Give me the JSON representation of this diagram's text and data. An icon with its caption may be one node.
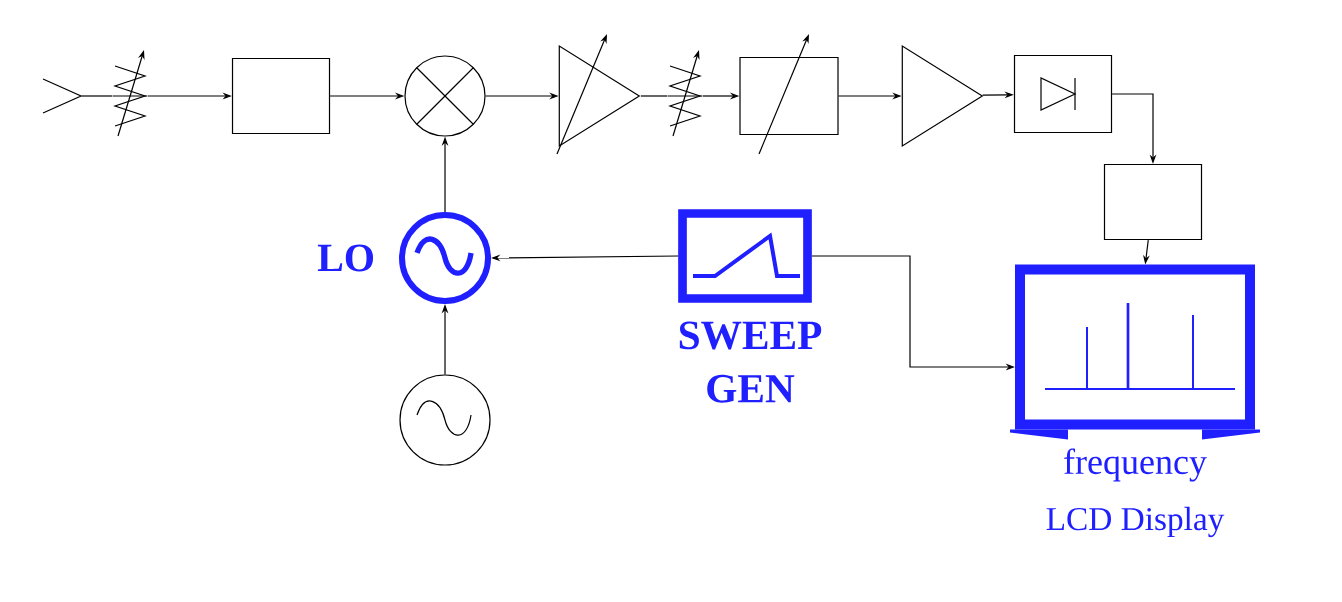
{
  "diagram": {
    "nodes": [
      {
        "text": [],
        "shape": "picture"
      },
      {
        "text": [],
        "shape": "picture"
      },
      {
        "text": [],
        "shape": "box"
      },
      {
        "text": [],
        "shape": "circle"
      },
      {
        "text": [],
        "shape": "triangle"
      },
      {
        "text": [],
        "shape": "picture"
      },
      {
        "text": [],
        "shape": "box"
      },
      {
        "text": [],
        "shape": "triangle"
      },
      {
        "text": [],
        "shape": "box"
      },
      {
        "text": [],
        "shape": "box"
      },
      {
        "text": [
          "frequency",
          "LCD Display"
        ]
      },
      {
        "text": [
          "LO"
        ]
      },
      {
        "text": [],
        "shape": "circle"
      },
      {
        "text": [
          "SWEEP GEN"
        ]
      }
    ],
    "edges": [
      {
        "from": 0,
        "to": 1,
        "arrow": "none"
      },
      {
        "from": 1,
        "to": 2,
        "arrow": "to"
      },
      {
        "from": 2,
        "to": 3,
        "arrow": "to"
      },
      {
        "from": 3,
        "to": 4,
        "arrow": "to"
      },
      {
        "from": 4,
        "to": 5,
        "arrow": "none"
      },
      {
        "from": 5,
        "to": 6,
        "arrow": "to"
      },
      {
        "from": 6,
        "to": 7,
        "arrow": "to"
      },
      {
        "from": 7,
        "to": 8,
        "arrow": "to"
      },
      {
        "from": 8,
        "to": 9,
        "arrow": "to"
      },
      {
        "from": 9,
        "to": 10,
        "arrow": "to"
      },
      {
        "from": 11,
        "to": 3,
        "arrow": "to"
      },
      {
        "from": 12,
        "to": 11,
        "arrow": "to"
      },
      {
        "from": 13,
        "to": 11,
        "arrow": "to"
      },
      {
        "from": 13,
        "to": 10,
        "arrow": "to"
      }
    ]
  }
}
